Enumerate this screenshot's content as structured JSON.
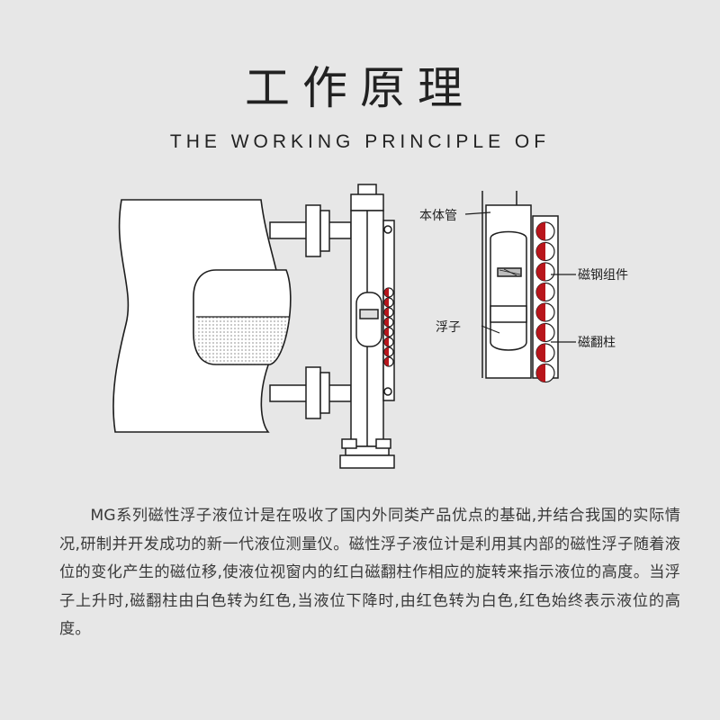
{
  "header": {
    "title_cn": "工作原理",
    "title_en": "THE WORKING PRINCIPLE OF"
  },
  "diagram": {
    "labels": {
      "body_tube": "本体管",
      "magnetic_steel": "磁钢组件",
      "float": "浮子",
      "flip_column": "磁翻柱"
    },
    "colors": {
      "red": "#b8161c",
      "white": "#ffffff",
      "line": "#1e1e1e",
      "background": "#e7e7e7"
    }
  },
  "description": {
    "text": "MG系列磁性浮子液位计是在吸收了国内外同类产品优点的基础,并结合我国的实际情况,研制并开发成功的新一代液位测量仪。磁性浮子液位计是利用其内部的磁性浮子随着液位的变化产生的磁位移,使液位视窗内的红白磁翻柱作相应的旋转来指示液位的高度。当浮子上升时,磁翻柱由白色转为红色,当液位下降时,由红色转为白色,红色始终表示液位的高度。"
  }
}
